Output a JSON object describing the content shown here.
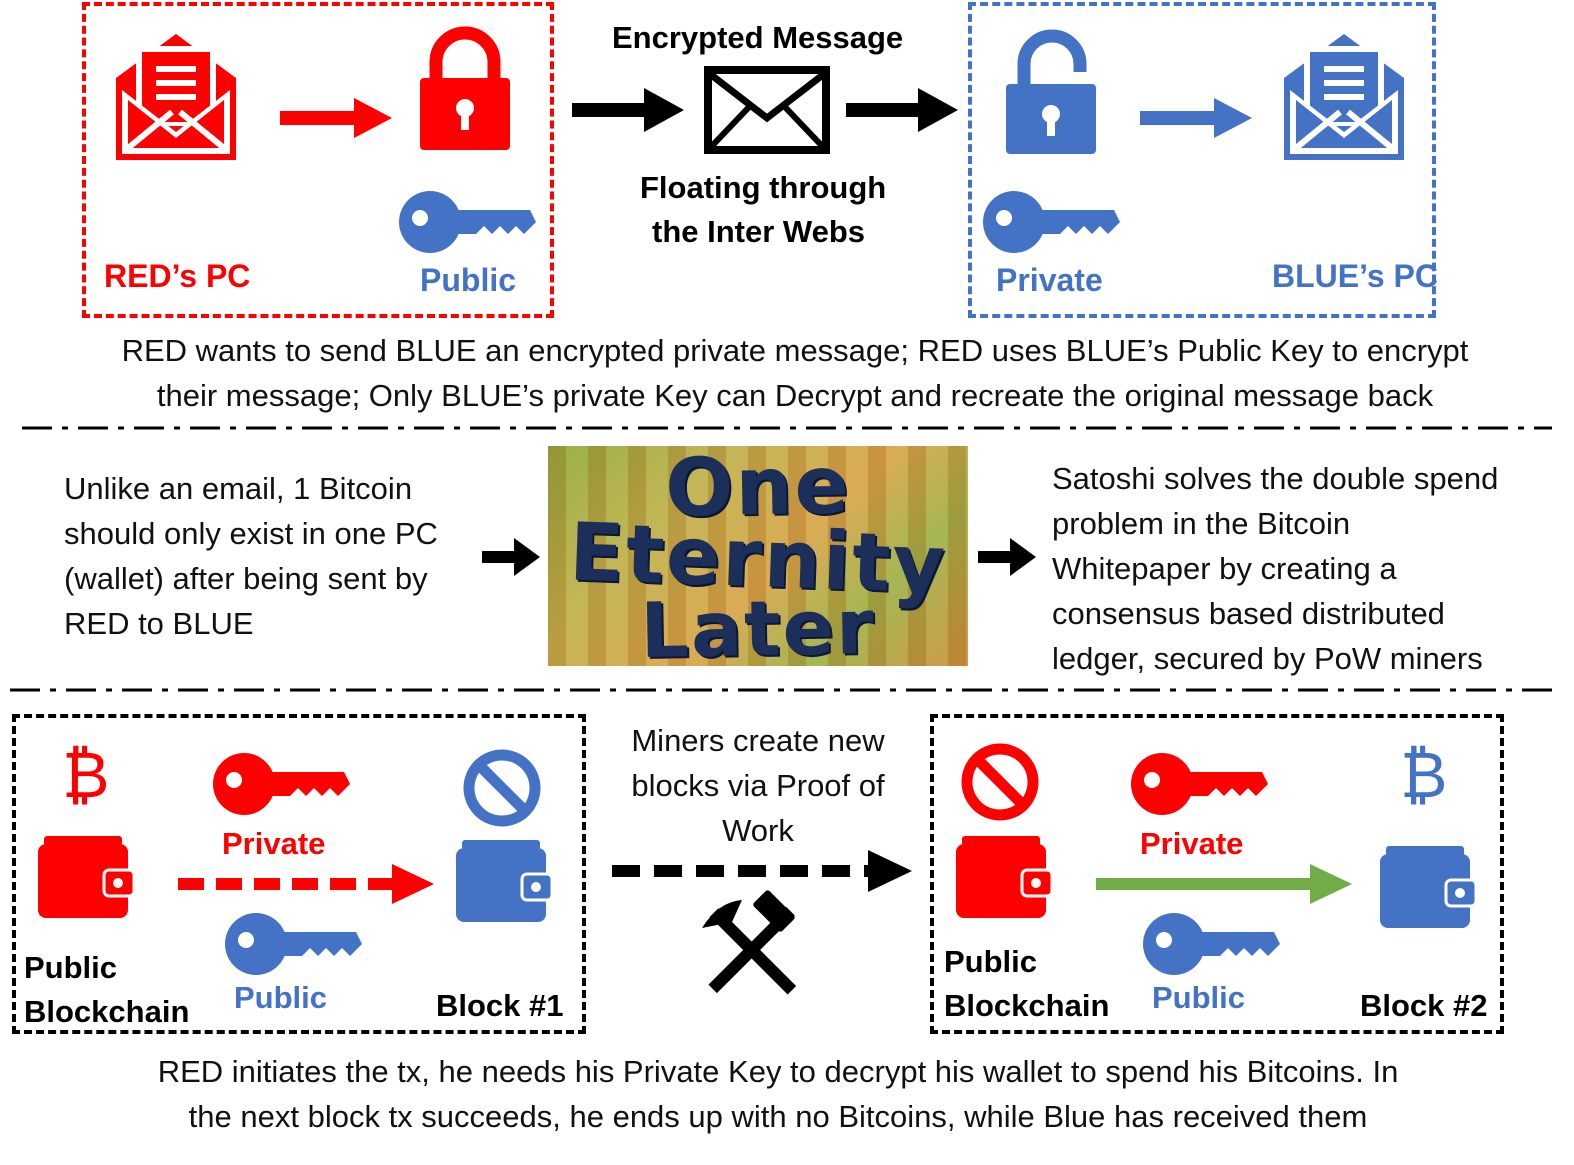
{
  "top": {
    "encrypted_message": "Encrypted Message",
    "floating_line1": "Floating through",
    "floating_line2": "the Inter Webs",
    "red_pc": "RED’s PC",
    "public": "Public",
    "private": "Private",
    "blue_pc": "BLUE’s PC",
    "caption_line1": "RED wants to send BLUE an encrypted private message; RED uses BLUE’s Public Key to encrypt",
    "caption_line2": "their message; Only BLUE’s private Key can Decrypt and recreate the original message back"
  },
  "middle": {
    "left_lines": [
      "Unlike an email, 1 Bitcoin",
      "should only exist in one PC",
      "(wallet) after being sent by",
      "RED to BLUE"
    ],
    "image_lines": [
      "One",
      "Eternity",
      "Later"
    ],
    "right_lines": [
      "Satoshi solves the double spend",
      "problem in the Bitcoin",
      "Whitepaper by creating a",
      "consensus based distributed",
      "ledger, secured by PoW miners"
    ]
  },
  "bottom": {
    "left": {
      "private": "Private",
      "public": "Public",
      "chain_line1": "Public",
      "chain_line2": "Blockchain",
      "block": "Block #1"
    },
    "center_lines": [
      "Miners create new",
      "blocks via Proof of",
      "Work"
    ],
    "right": {
      "private": "Private",
      "public": "Public",
      "chain_line1": "Public",
      "chain_line2": "Blockchain",
      "block": "Block #2"
    },
    "caption_line1": "RED initiates the tx, he needs his Private Key to decrypt his wallet to spend his Bitcoins. In",
    "caption_line2": "the next block tx succeeds, he ends up with no Bitcoins, while Blue has received them"
  },
  "colors": {
    "red": "#ff0000",
    "blue": "#4472c4",
    "green": "#70ad47",
    "black": "#000000"
  },
  "icons": [
    "open-envelope-icon",
    "padlock-icon",
    "key-icon",
    "envelope-icon",
    "unlocked-padlock-icon",
    "bitcoin-icon",
    "wallet-icon",
    "prohibited-icon",
    "hammer-pickaxe-icon",
    "arrow-icon"
  ]
}
